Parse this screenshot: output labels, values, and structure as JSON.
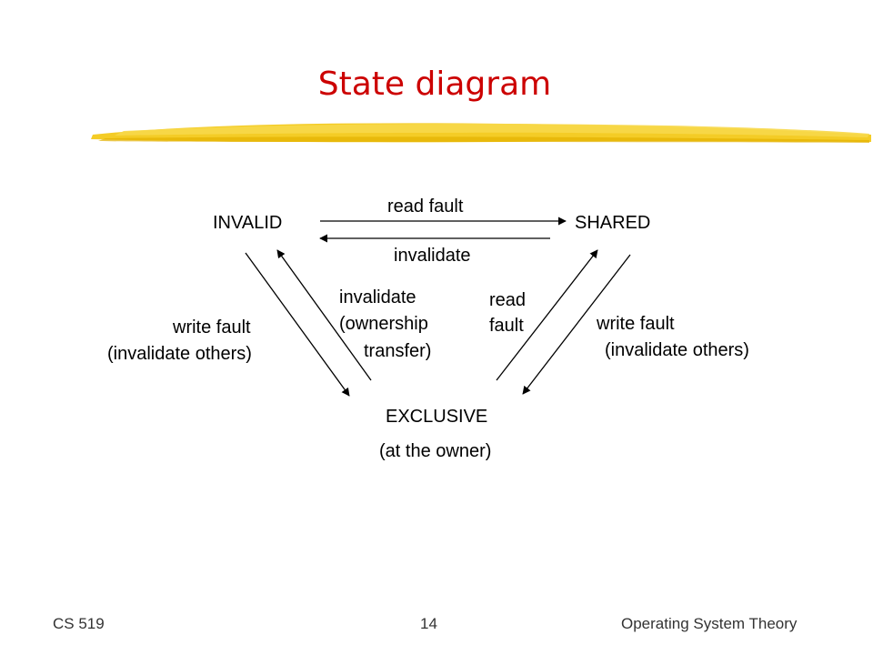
{
  "slide": {
    "title": "State diagram",
    "footer": {
      "left": "CS 519",
      "center": "14",
      "right": "Operating System Theory"
    }
  },
  "states": {
    "invalid": "INVALID",
    "shared": "SHARED",
    "exclusive": "EXCLUSIVE",
    "exclusive_note": "(at the owner)"
  },
  "transitions": {
    "invalid_to_shared": "read fault",
    "shared_to_invalid": "invalidate",
    "invalid_to_exclusive": [
      "write fault",
      "(invalidate others)"
    ],
    "exclusive_to_invalid": [
      "invalidate",
      "(ownership",
      "transfer)"
    ],
    "exclusive_to_shared": [
      "read",
      "fault"
    ],
    "shared_to_exclusive": [
      "write fault",
      "(invalidate others)"
    ]
  },
  "colors": {
    "title": "#cc0000",
    "highlight": "#f2c300"
  }
}
